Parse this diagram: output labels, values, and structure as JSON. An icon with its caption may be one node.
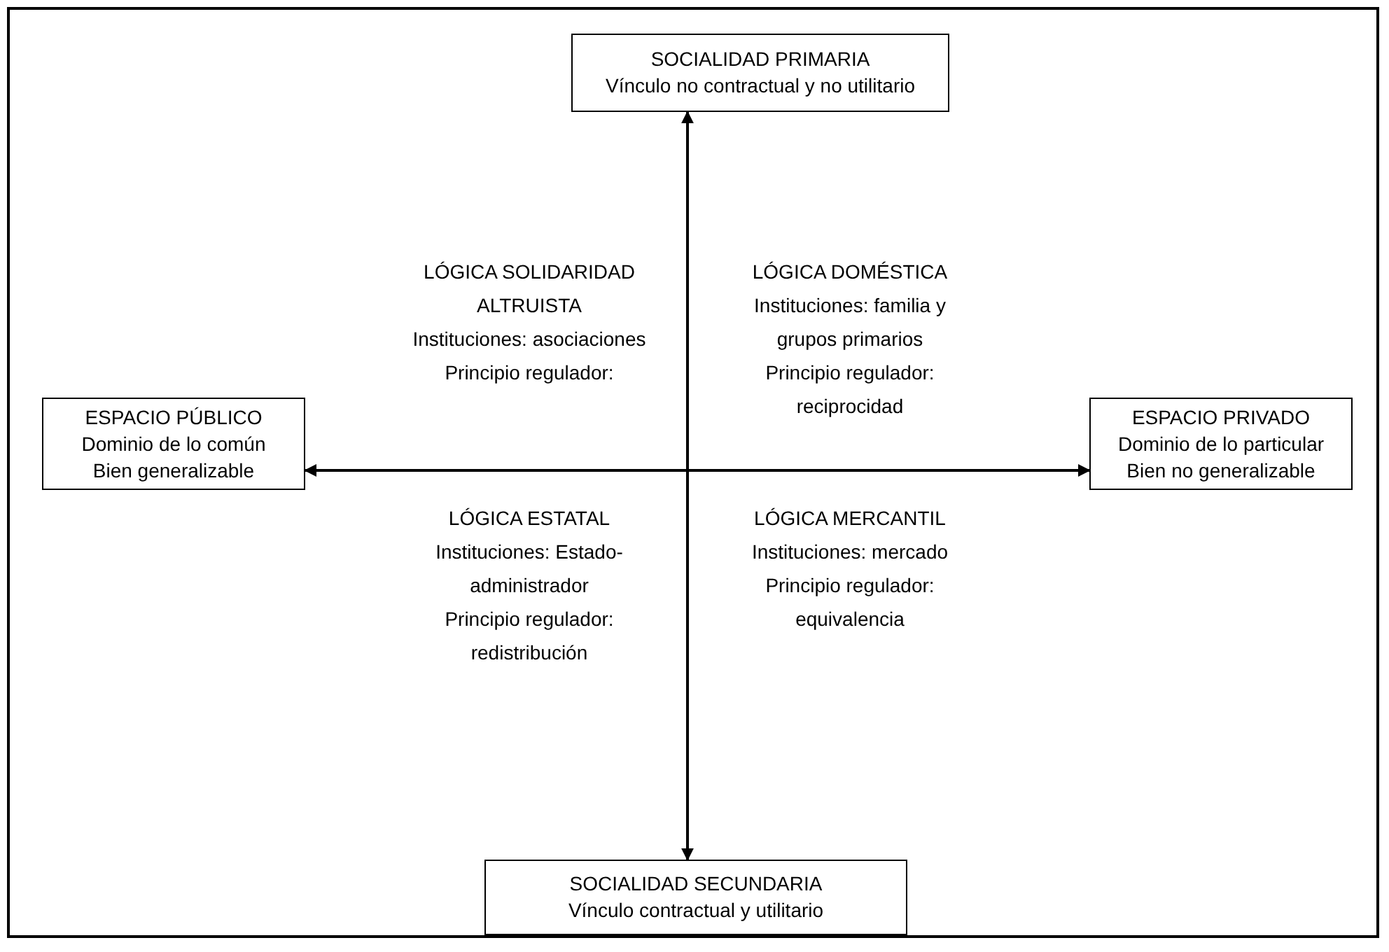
{
  "diagram": {
    "nodes": [
      {
        "text": [
          "SOCIALIDAD PRIMARIA",
          "Vínculo no contractual y no utilitario"
        ]
      },
      {
        "text": [
          "ESPACIO PÚBLICO",
          "Dominio de lo común Bien generalizable"
        ]
      },
      {
        "text": [
          "ESPACIO PRIVADO",
          "Dominio de lo particular Bien no generalizable"
        ]
      },
      {
        "text": [
          "SOCIALIDAD SECUNDARIA",
          "Vínculo contractual y utilitario"
        ]
      }
    ],
    "edges": [
      {
        "from": 0,
        "to": 3,
        "arrow": "both"
      },
      {
        "from": 1,
        "to": 2,
        "arrow": "both"
      }
    ],
    "labels": [
      "LÓGICA SOLIDARIDAD ALTRUISTA",
      "Instituciones: asociaciones",
      "Principio regulador:",
      "LÓGICA DOMÉSTICA",
      "Instituciones: familia y grupos primarios",
      "Principio regulador: reciprocidad",
      "LÓGICA ESTATAL",
      "Instituciones: Estado-administrador",
      "Principio regulador: redistribución",
      "LÓGICA MERCANTIL",
      "Instituciones: mercado",
      "Principio regulador: equivalencia"
    ]
  }
}
